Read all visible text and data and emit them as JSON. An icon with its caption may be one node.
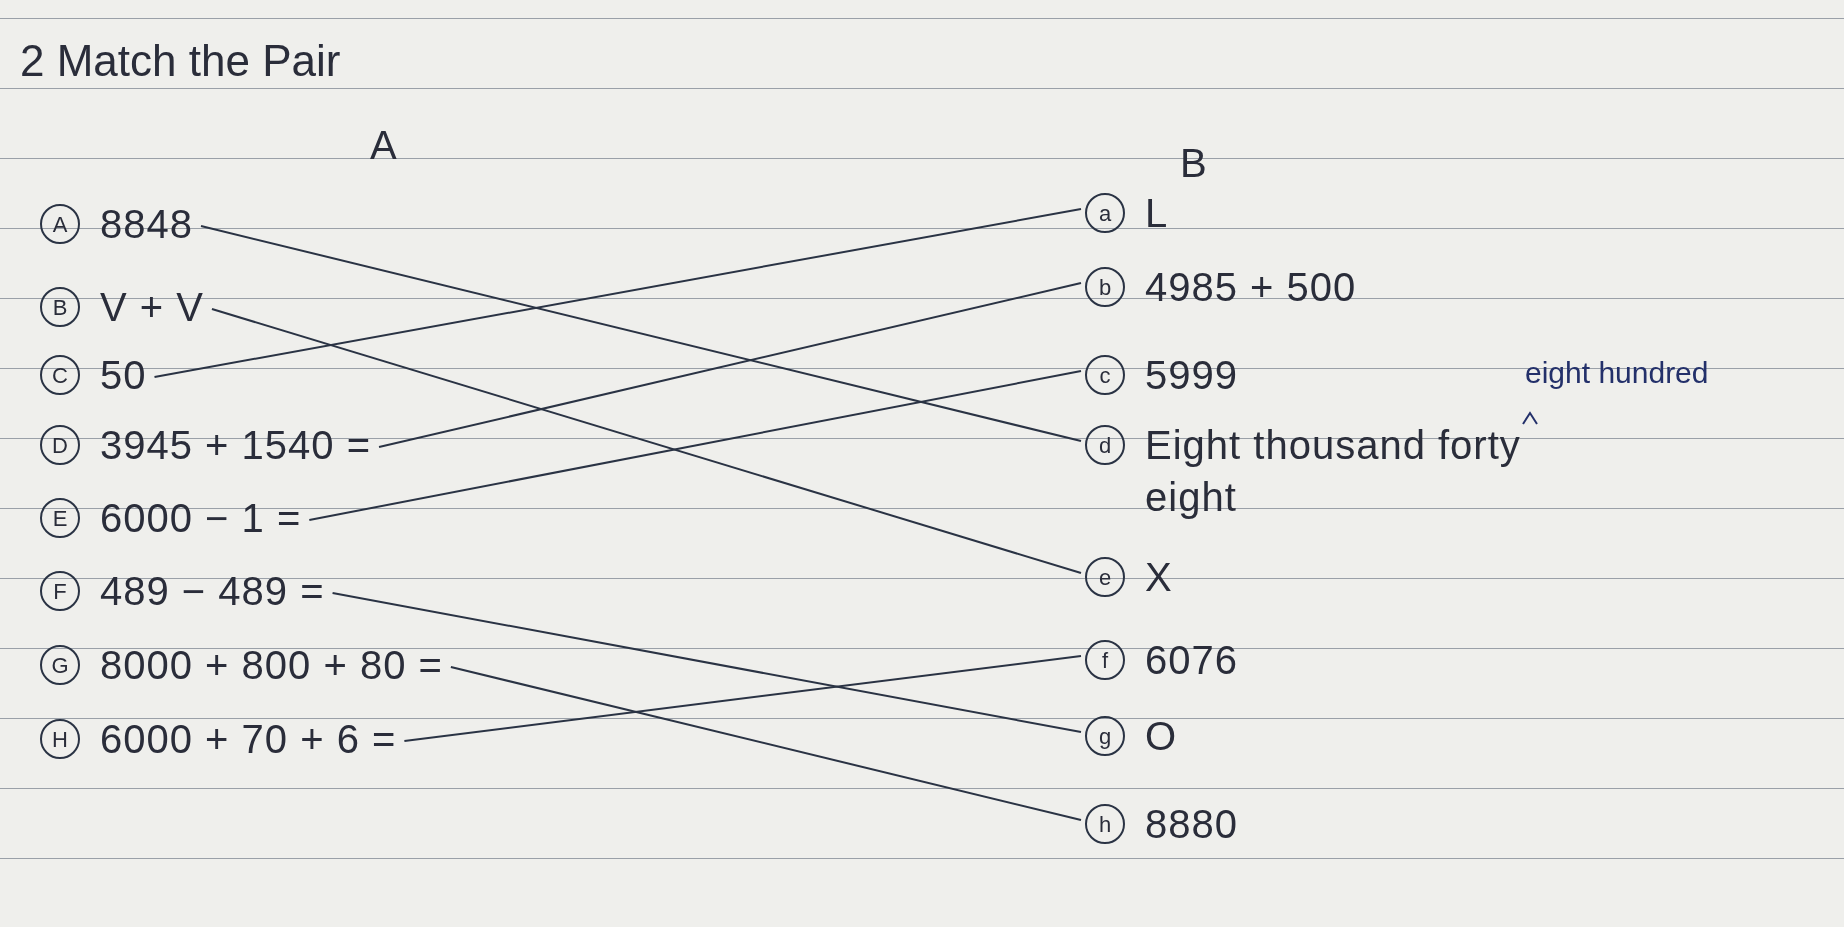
{
  "diagram": {
    "title": "2 Match the Pair",
    "labels": [
      "A",
      "B"
    ],
    "nodes": [
      {
        "text": [
          "A",
          "8848"
        ]
      },
      {
        "text": [
          "B",
          "V + V"
        ]
      },
      {
        "text": [
          "C",
          "50"
        ]
      },
      {
        "text": [
          "D",
          "3945 + 1540 ="
        ]
      },
      {
        "text": [
          "E",
          "6000 − 1 ="
        ]
      },
      {
        "text": [
          "F",
          "489 − 489 ="
        ]
      },
      {
        "text": [
          "G",
          "8000 + 800 + 80 ="
        ]
      },
      {
        "text": [
          "H",
          "6000 + 70 + 6 ="
        ]
      },
      {
        "text": [
          "a",
          "L"
        ]
      },
      {
        "text": [
          "b",
          "4985 + 500"
        ]
      },
      {
        "text": [
          "c",
          "5999"
        ]
      },
      {
        "text": [
          "d",
          "Eight thousand forty eight"
        ],
        "beside": [
          "eight hundred"
        ]
      },
      {
        "text": [
          "e",
          "X"
        ]
      },
      {
        "text": [
          "f",
          "6076"
        ]
      },
      {
        "text": [
          "g",
          "O"
        ]
      },
      {
        "text": [
          "h",
          "8880"
        ]
      }
    ],
    "edges": [
      {
        "from": 0,
        "to": 11,
        "arrow": "none"
      },
      {
        "from": 1,
        "to": 12,
        "arrow": "none"
      },
      {
        "from": 2,
        "to": 8,
        "arrow": "none"
      },
      {
        "from": 3,
        "to": 9,
        "arrow": "none"
      },
      {
        "from": 4,
        "to": 10,
        "arrow": "none"
      },
      {
        "from": 5,
        "to": 14,
        "arrow": "none"
      },
      {
        "from": 6,
        "to": 15,
        "arrow": "none"
      },
      {
        "from": 7,
        "to": 13,
        "arrow": "none"
      }
    ]
  }
}
